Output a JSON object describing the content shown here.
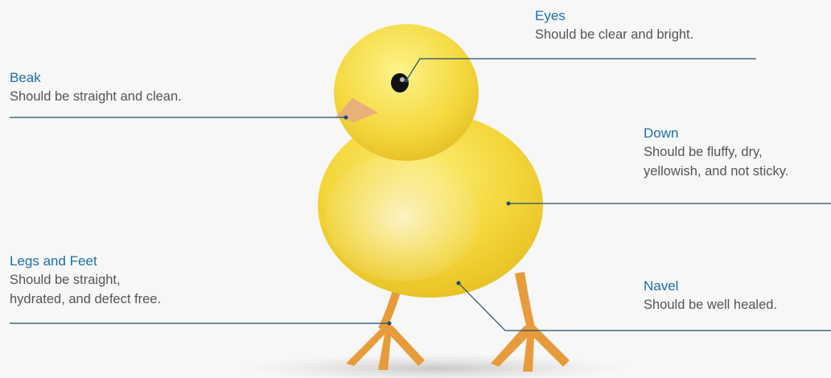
{
  "colors": {
    "heading": "#1b6fa6",
    "text": "#555555",
    "leader_line": "#1f4e66",
    "background": "#f7f7f7",
    "chick_body": "#f2d43a",
    "chick_legs": "#e89b3a",
    "beak": "#e9b07a"
  },
  "image": {
    "subject": "chick-illustration"
  },
  "labels": {
    "eyes": {
      "title": "Eyes",
      "desc_lines": [
        "Should be clear and bright."
      ]
    },
    "beak": {
      "title": "Beak",
      "desc_lines": [
        "Should be straight and clean."
      ]
    },
    "down": {
      "title": "Down",
      "desc_lines": [
        "Should be fluffy, dry,",
        "yellowish, and not sticky."
      ]
    },
    "legs": {
      "title": "Legs and Feet",
      "desc_lines": [
        "Should be straight,",
        "hydrated, and defect free."
      ]
    },
    "navel": {
      "title": "Navel",
      "desc_lines": [
        "Should be well healed."
      ]
    }
  }
}
